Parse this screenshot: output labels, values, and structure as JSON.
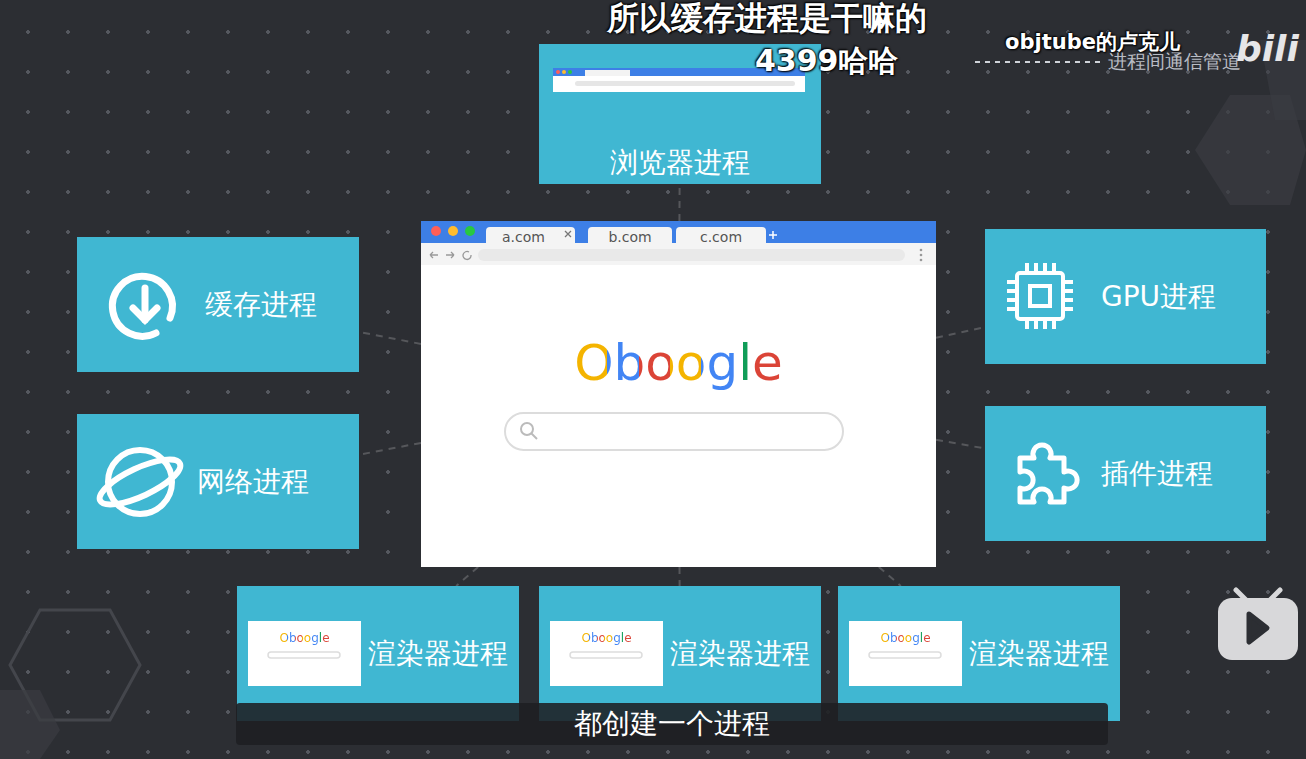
{
  "diagram": {
    "caption": "都创建一个进程",
    "nodes": [
      {
        "text": [
          "浏览器进程"
        ]
      },
      {
        "text": [
          "缓存进程"
        ]
      },
      {
        "text": [
          "Oboogle"
        ]
      },
      {
        "text": [
          "a.com"
        ],
        "in": 2
      },
      {
        "text": [
          "b.com"
        ],
        "in": 2
      },
      {
        "text": [
          "c.com"
        ],
        "in": 2
      },
      {
        "text": [
          "GPU进程"
        ]
      },
      {
        "text": [
          "网络进程"
        ]
      },
      {
        "text": [
          "插件进程"
        ]
      },
      {
        "text": [
          "渲染器进程"
        ]
      },
      {
        "text": [
          "Oboogle"
        ],
        "in": 9
      },
      {
        "text": [
          "渲染器进程"
        ]
      },
      {
        "text": [
          "Oboogle"
        ],
        "in": 11
      },
      {
        "text": [
          "渲染器进程"
        ]
      },
      {
        "text": [
          "Oboogle"
        ],
        "in": 13
      }
    ],
    "edges": [
      {
        "from": 2,
        "to": 0,
        "arrow": "none"
      },
      {
        "from": 2,
        "to": 1,
        "arrow": "none"
      },
      {
        "from": 2,
        "to": 6,
        "arrow": "none"
      },
      {
        "from": 2,
        "to": 7,
        "arrow": "none"
      },
      {
        "from": 2,
        "to": 8,
        "arrow": "none"
      },
      {
        "from": 2,
        "to": 9,
        "arrow": "none"
      },
      {
        "from": 2,
        "to": 11,
        "arrow": "none"
      },
      {
        "from": 2,
        "to": 13,
        "arrow": "none"
      }
    ],
    "labels": [
      "所以缓存进程是干嘛的",
      "4399哈哈",
      "objtube的卢克儿",
      "进程间通信管道",
      "bili"
    ]
  }
}
